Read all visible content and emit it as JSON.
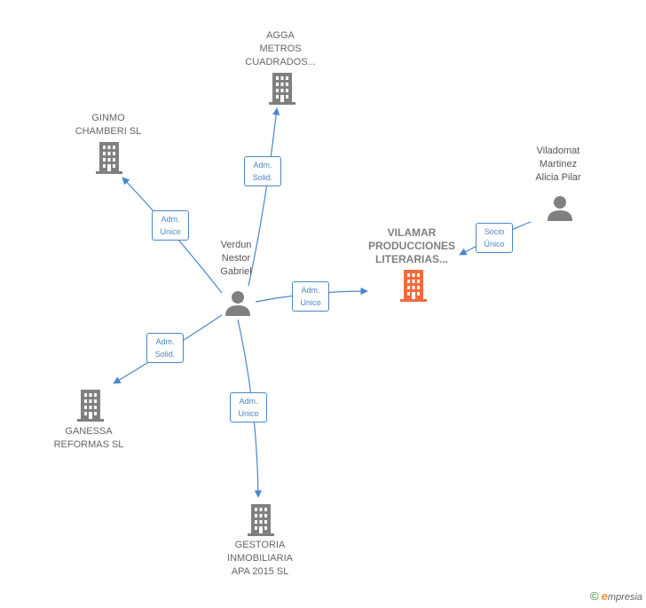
{
  "diagram": {
    "nodes": [
      {
        "id": "agga",
        "label": "AGGA\nMETROS\nCUADRADOS...",
        "kind": "company"
      },
      {
        "id": "ginmo",
        "label": "GINMO\nCHAMBERI  SL",
        "kind": "company"
      },
      {
        "id": "vilamar",
        "label": "VILAMAR\nPRODUCCIONES\nLITERARIAS...",
        "kind": "company-main"
      },
      {
        "id": "viladomat",
        "label": "Viladomat\nMartinez\nAlicia Pilar",
        "kind": "person"
      },
      {
        "id": "verdun",
        "label": "Verdun\nNestor\nGabriel",
        "kind": "person"
      },
      {
        "id": "ganessa",
        "label": "GANESSA\nREFORMAS  SL",
        "kind": "company"
      },
      {
        "id": "gestoria",
        "label": "GESTORIA\nINMOBILIARIA\nAPA 2015  SL",
        "kind": "company"
      }
    ],
    "edges": [
      {
        "id": "e-agga",
        "label": "Adm.\nSolid."
      },
      {
        "id": "e-ginmo",
        "label": "Adm.\nUnico"
      },
      {
        "id": "e-vilamar",
        "label": "Adm.\nUnico"
      },
      {
        "id": "e-viladomat",
        "label": "Socio\nÚnico"
      },
      {
        "id": "e-ganessa",
        "label": "Adm.\nSolid."
      },
      {
        "id": "e-gestoria",
        "label": "Adm.\nUnico"
      }
    ]
  },
  "colors": {
    "company": "#808080",
    "company_main": "#f26a3d",
    "person": "#808080",
    "edge": "#4a86c8"
  },
  "footer": {
    "copyright": "©",
    "brand_initial": "e",
    "brand_rest": "mpresia"
  }
}
